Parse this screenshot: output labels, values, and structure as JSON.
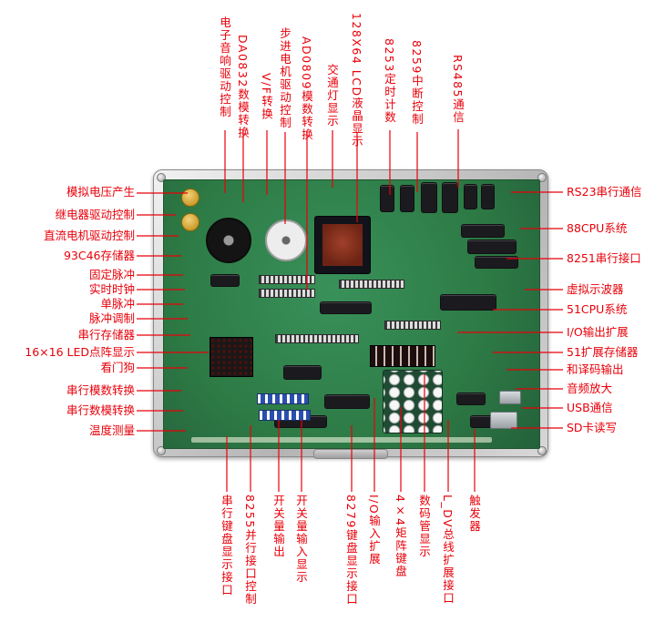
{
  "labels": {
    "top": [
      "电子音响驱动控制",
      "DA0832数模转换",
      "V/F转换",
      "步进电机驱动控制",
      "AD0809模数转换",
      "交通灯显示",
      "128X64 LCD液晶显示",
      "8253定时计数",
      "8259中断控制",
      "RS485通信"
    ],
    "left": [
      "模拟电压产生",
      "继电器驱动控制",
      "直流电机驱动控制",
      "93C46存储器",
      "固定脉冲",
      "实时时钟",
      "单脉冲",
      "脉冲调制",
      "串行存储器",
      "16×16 LED点阵显示",
      "看门狗",
      "串行模数转换",
      "串行数模转换",
      "温度测量"
    ],
    "right": [
      "RS23串行通信",
      "88CPU系统",
      "8251串行接口",
      "虚拟示波器",
      "51CPU系统",
      "I/O输出扩展",
      "51扩展存储器",
      "和译码输出",
      "音频放大",
      "USB通信",
      "SD卡读写"
    ],
    "bottom": [
      "串行键盘显示接口",
      "8255并行接口控制",
      "开关量输出",
      "开关量输入显示",
      "8279键盘显示接口",
      "I/O输入扩展",
      "4×4矩阵键盘",
      "数码管显示",
      "L_DV总线扩展接口",
      "触发器"
    ]
  },
  "colors": {
    "label_red": "#e8000a",
    "pcb_green": "#2d7a45",
    "case_silver": "#cfcfcf"
  },
  "board": {
    "components": [
      "potentiometer-knob",
      "cooling-fan",
      "stepper-motor",
      "lcd-module",
      "ic-chip",
      "led-dot-matrix",
      "seven-segment-display",
      "matrix-keypad",
      "usb-connector",
      "sd-card-slot",
      "pin-header",
      "dip-switch"
    ]
  }
}
